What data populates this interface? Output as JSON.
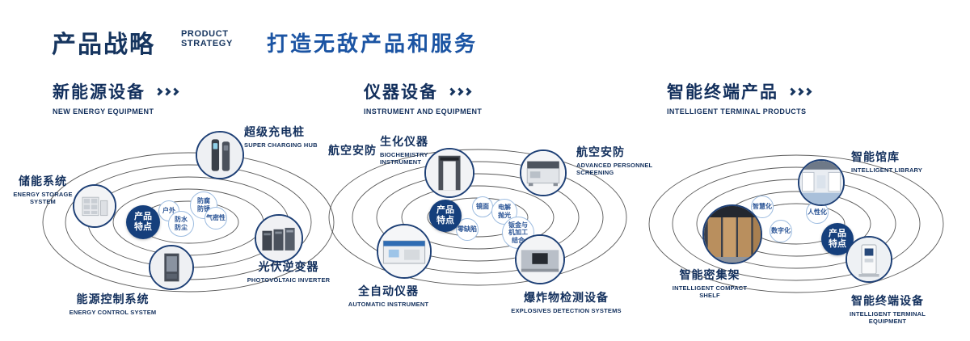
{
  "header": {
    "title_cn": "产品战略",
    "title_en": [
      "PRODUCT",
      "STRATEGY"
    ],
    "slogan": "打造无敌产品和服务"
  },
  "sections": [
    {
      "title_cn": "新能源设备",
      "title_en": "NEW ENERGY EQUIPMENT",
      "badge": "产品特点",
      "products": [
        {
          "cn": "储能系统",
          "en": "ENERGY STORAGE SYSTEM",
          "icon": "energy-storage-cabinet"
        },
        {
          "cn": "超级充电桩",
          "en": "SUPER CHARGING HUB",
          "icon": "charging-pile"
        },
        {
          "cn": "光伏逆变器",
          "en": "PHOTOVOLTAIC INVERTER",
          "icon": "inverter-cabinets"
        },
        {
          "cn": "能源控制系统",
          "en": "ENERGY CONTROL SYSTEM",
          "icon": "control-cabinet"
        }
      ],
      "features": [
        "防腐防锈",
        "户外",
        "气密性",
        "防水防尘"
      ]
    },
    {
      "title_cn": "仪器设备",
      "title_en": "INSTRUMENT AND EQUIPMENT",
      "badge": "产品特点",
      "extra_label": "航空安防",
      "products": [
        {
          "cn": "生化仪器",
          "en": "BIOCHEMISTRY INSTRUMENT",
          "icon": "security-gate"
        },
        {
          "cn": "航空安防",
          "en": "ADVANCED PERSONNEL SCREENING",
          "icon": "screening-machine"
        },
        {
          "cn": "全自动仪器",
          "en": "AUTOMATIC INSTRUMENT",
          "icon": "analyzer"
        },
        {
          "cn": "爆炸物检测设备",
          "en": "EXPLOSIVES DETECTION SYSTEMS",
          "icon": "xray-scanner"
        }
      ],
      "features": [
        "镜面",
        "电解抛光",
        "零缺陷",
        "钣金与机加工结合"
      ]
    },
    {
      "title_cn": "智能终端产品",
      "title_en": "INTELLIGENT TERMINAL PRODUCTS",
      "badge": "产品特点",
      "products": [
        {
          "cn": "智能馆库",
          "en": "INTELLIGENT LIBRARY",
          "icon": "library-room"
        },
        {
          "cn": "智能密集架",
          "en": "INTELLIGENT COMPACT SHELF",
          "icon": "compact-shelf"
        },
        {
          "cn": "智能终端设备",
          "en": "INTELLIGENT TERMINAL EQUIPMENT",
          "icon": "terminal-kiosk"
        }
      ],
      "features": [
        "智慧化",
        "人性化",
        "数字化"
      ]
    }
  ],
  "colors": {
    "navy": "#16355f",
    "slogan_blue": "#1b54a3",
    "badge_fill": "#153f7c",
    "bubble_border": "#9dbce0",
    "orbit_line": "#3c3c3c"
  }
}
